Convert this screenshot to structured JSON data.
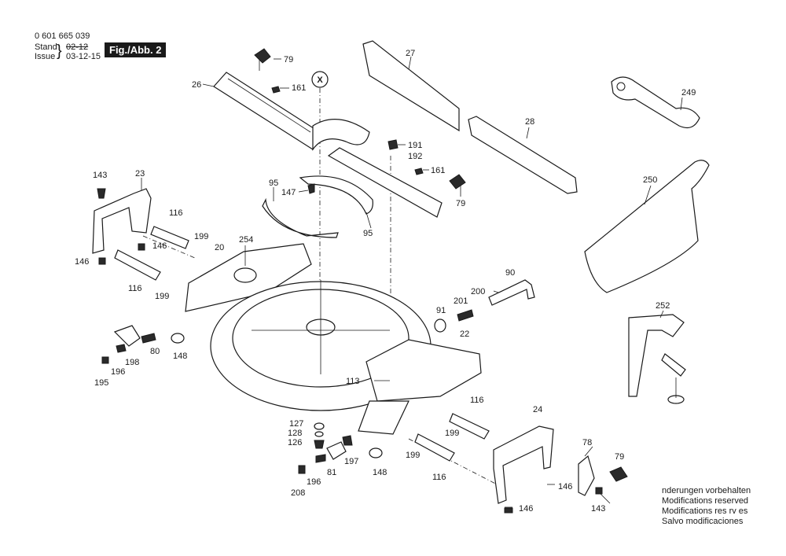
{
  "header": {
    "doc_number": "0 601 665 039",
    "stand_label": "Stand",
    "issue_label": "Issue",
    "old_date": "02-12",
    "new_date": "03-12-15",
    "figure_label": "Fig./Abb. 2"
  },
  "marker_x": "X",
  "notes": [
    "nderungen vorbehalten",
    "Modifications reserved",
    "Modifications res rv es",
    "Salvo modificaciones"
  ],
  "parts": [
    "79",
    "26",
    "161",
    "27",
    "249",
    "191",
    "192",
    "161",
    "28",
    "143",
    "23",
    "95",
    "147",
    "79",
    "250",
    "116",
    "95",
    "199",
    "254",
    "20",
    "146",
    "146",
    "116",
    "199",
    "90",
    "200",
    "252",
    "201",
    "91",
    "22",
    "80",
    "148",
    "198",
    "196",
    "195",
    "113",
    "116",
    "24",
    "127",
    "199",
    "128",
    "126",
    "197",
    "78",
    "79",
    "199",
    "81",
    "148",
    "116",
    "196",
    "146",
    "208",
    "143",
    "146"
  ]
}
